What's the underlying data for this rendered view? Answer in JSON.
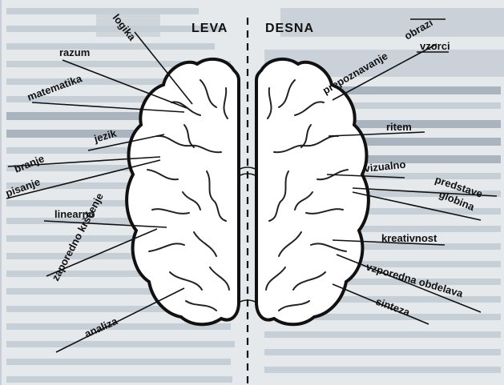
{
  "headers": {
    "left": "LEVA",
    "right": "DESNA"
  },
  "left_labels": [
    "logika",
    "razum",
    "matematika",
    "jezik",
    "branje",
    "pisanje",
    "linearno",
    "zaporedno krščenje",
    "analiza"
  ],
  "right_labels": [
    "prepoznavanje",
    "obrazi",
    "vzorci",
    "ritem",
    "vizualno",
    "predstave",
    "globina",
    "kreativnost",
    "vzporedna obdelava",
    "sinteza"
  ],
  "colors": {
    "background": "#e6e9ec",
    "ink": "#111111",
    "brain_fill": "#ffffff",
    "background_text": "#c3cbd3"
  }
}
